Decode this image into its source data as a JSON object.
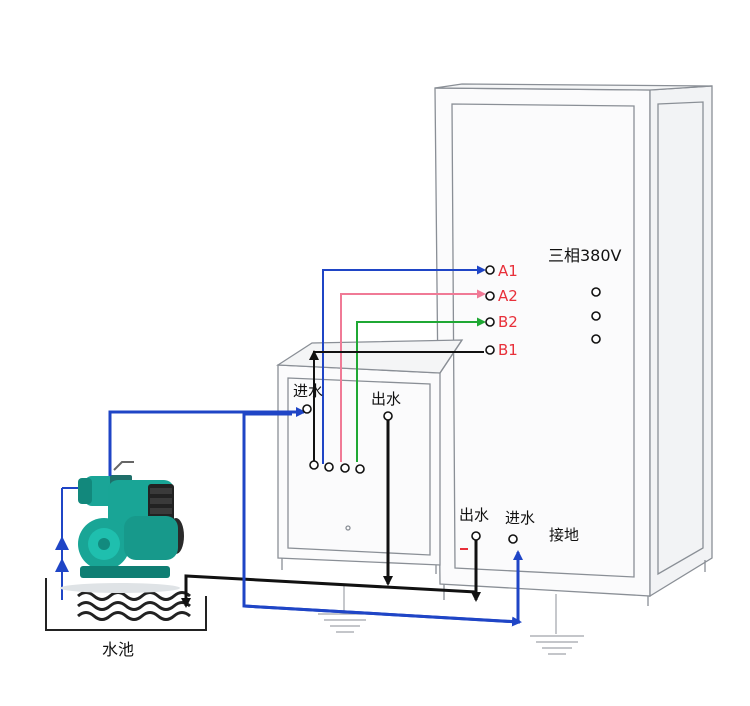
{
  "cabinet": {
    "power_label": "三相380V",
    "terminals": [
      "A1",
      "A2",
      "B2",
      "B1"
    ],
    "outlet_label": "出水",
    "inlet_label": "进水",
    "ground_label": "接地"
  },
  "unit": {
    "inlet_label": "进水",
    "outlet_label": "出水"
  },
  "pool": {
    "label": "水池"
  },
  "colors": {
    "blue": "#1f45c6",
    "pink": "#f07a96",
    "green": "#1fa834",
    "black": "#111111",
    "terminal_red": "#e8303a",
    "pump_teal": "#18a89a"
  }
}
